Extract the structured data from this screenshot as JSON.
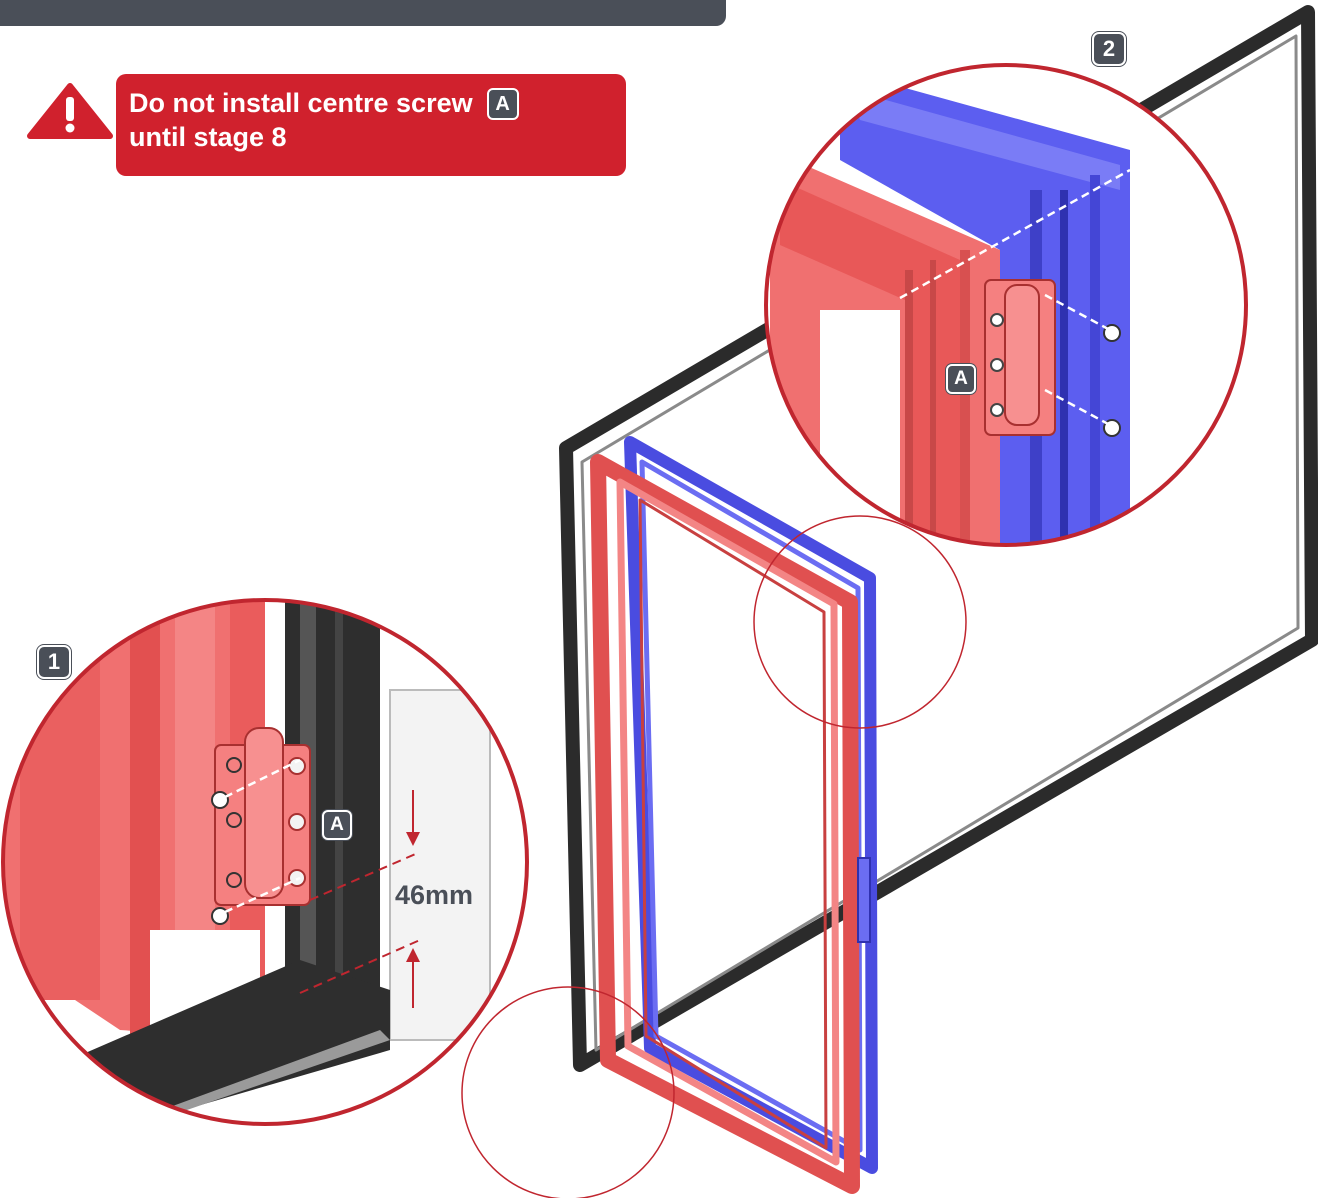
{
  "warning": {
    "line1": "Do not install centre screw",
    "badge": "A",
    "line2": "until stage 8"
  },
  "callout_numbers": {
    "detail1": "1",
    "detail2": "2"
  },
  "labels": {
    "hinge_a_detail1": "A",
    "hinge_a_detail2": "A"
  },
  "measurement": {
    "value": "46mm"
  },
  "colors": {
    "sash_red": "#f06a6a",
    "frame_blue": "#5a5cf0",
    "outer_frame": "#2b2b2b",
    "warning_red": "#d0212d",
    "badge_grey": "#4a4f58"
  }
}
